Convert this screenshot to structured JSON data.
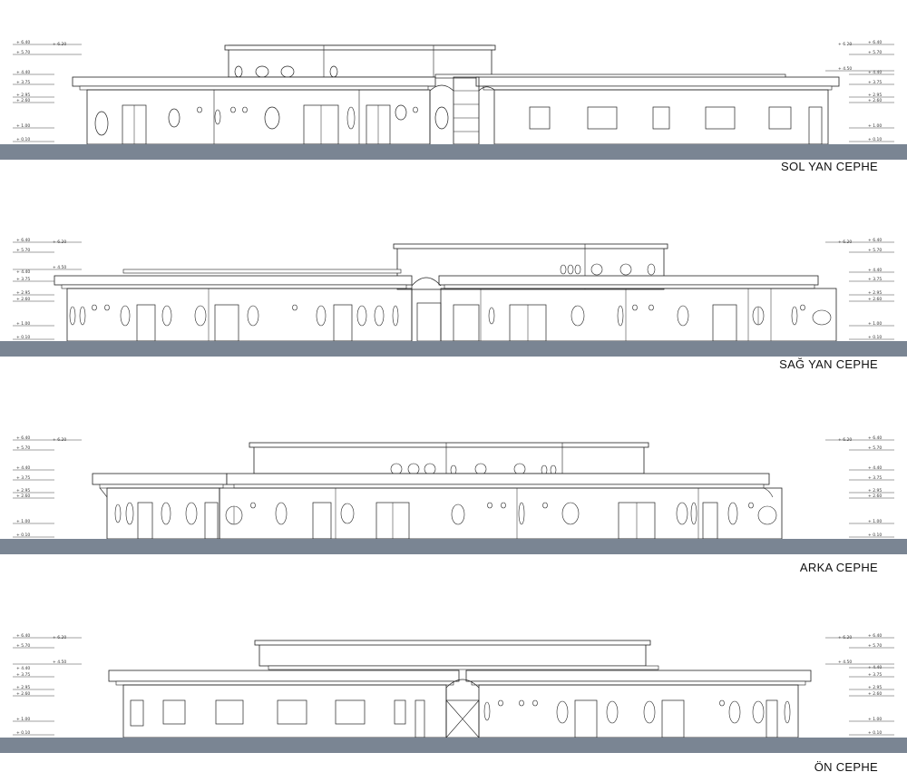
{
  "colors": {
    "ground": "#7a8593",
    "line": "#222222",
    "background": "#ffffff"
  },
  "elevations": [
    {
      "title": "SOL YAN CEPHE",
      "levels_left": [
        "+ 6.40",
        "+ 5.70",
        "+ 4.40",
        "+ 3.75",
        "+ 2.95",
        "+ 2.60",
        "+ 1.00",
        "+ 0.10"
      ],
      "levels_right": [
        "+ 6.40",
        "+ 5.70",
        "+ 4.40",
        "+ 3.75",
        "+ 2.95",
        "+ 2.60",
        "+ 1.00",
        "+ 0.10"
      ],
      "extra_left": [
        "+ 6.20"
      ],
      "extra_right": [
        "+ 6.20",
        "+ 4.50"
      ]
    },
    {
      "title": "SAĞ YAN CEPHE",
      "levels_left": [
        "+ 6.40",
        "+ 5.70",
        "+ 4.40",
        "+ 3.75",
        "+ 2.95",
        "+ 2.60",
        "+ 1.00",
        "+ 0.10"
      ],
      "levels_right": [
        "+ 6.40",
        "+ 5.70",
        "+ 4.40",
        "+ 3.75",
        "+ 2.95",
        "+ 2.60",
        "+ 1.00",
        "+ 0.10"
      ],
      "extra_left": [
        "+ 6.20",
        "+ 4.50"
      ],
      "extra_right": [
        "+ 6.20"
      ]
    },
    {
      "title": "ARKA CEPHE",
      "levels_left": [
        "+ 6.40",
        "+ 5.70",
        "+ 4.40",
        "+ 3.75",
        "+ 2.95",
        "+ 2.60",
        "+ 1.00",
        "+ 0.10"
      ],
      "levels_right": [
        "+ 6.40",
        "+ 5.70",
        "+ 4.40",
        "+ 3.75",
        "+ 2.95",
        "+ 2.60",
        "+ 1.00",
        "+ 0.10"
      ],
      "extra_left": [
        "+ 6.20"
      ],
      "extra_right": [
        "+ 6.20"
      ]
    },
    {
      "title": "ÖN CEPHE",
      "levels_left": [
        "+ 6.40",
        "+ 5.70",
        "+ 4.40",
        "+ 3.75",
        "+ 2.95",
        "+ 2.60",
        "+ 1.00",
        "+ 0.10"
      ],
      "levels_right": [
        "+ 6.40",
        "+ 5.70",
        "+ 4.40",
        "+ 3.75",
        "+ 2.95",
        "+ 2.60",
        "+ 1.00",
        "+ 0.10"
      ],
      "extra_left": [
        "+ 6.20",
        "+ 4.50"
      ],
      "extra_right": [
        "+ 6.20",
        "+ 4.50"
      ]
    }
  ]
}
